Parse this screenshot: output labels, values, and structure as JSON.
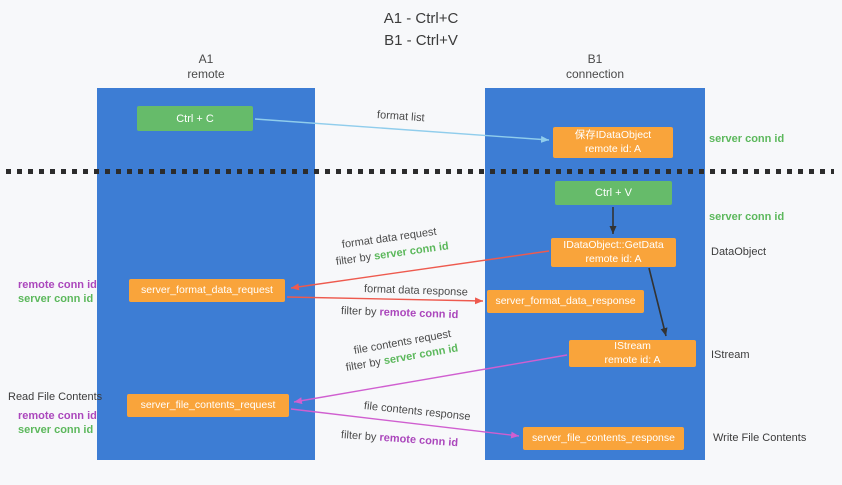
{
  "title": {
    "line1": "A1 - Ctrl+C",
    "line2": "B1 - Ctrl+V"
  },
  "lanes": {
    "left": {
      "name": "A1",
      "role": "remote"
    },
    "right": {
      "name": "B1",
      "role": "connection"
    }
  },
  "nodes": {
    "ctrl_c": {
      "label": "Ctrl + C"
    },
    "save_idataobject": {
      "line1": "保存IDataObject",
      "line2": "remote id: A"
    },
    "ctrl_v": {
      "label": "Ctrl + V"
    },
    "getdata": {
      "line1": "IDataObject::GetData",
      "line2": "remote id: A"
    },
    "format_request": {
      "label": "server_format_data_request"
    },
    "format_response": {
      "label": "server_format_data_response"
    },
    "istream": {
      "line1": "IStream",
      "line2": "remote id: A"
    },
    "file_request": {
      "label": "server_file_contents_request"
    },
    "file_response": {
      "label": "server_file_contents_response"
    }
  },
  "flows": {
    "format_list": "format list",
    "format_data_request": "format data request",
    "format_data_response": "format data response",
    "file_contents_request": "file contents request",
    "file_contents_response": "file contents response",
    "filter_by": "filter by",
    "server_conn_id": "server conn id",
    "remote_conn_id": "remote conn id"
  },
  "side_labels": {
    "server_conn_id": "server conn id",
    "remote_conn_id": "remote conn id",
    "dataobject": "DataObject",
    "istream": "IStream",
    "read_file_contents": "Read File Contents",
    "write_file_contents": "Write File Contents"
  },
  "colors": {
    "background": "#f7f8fa",
    "lane_blue": "#3d7dd4",
    "box_green": "#66bb6a",
    "box_orange": "#f9a43b",
    "text_green": "#5cb85c",
    "text_purple": "#ab47bc",
    "arrow_blue": "#90cdec",
    "arrow_red": "#ee5a4e",
    "arrow_magenta": "#d05fd0",
    "arrow_black": "#333333"
  }
}
